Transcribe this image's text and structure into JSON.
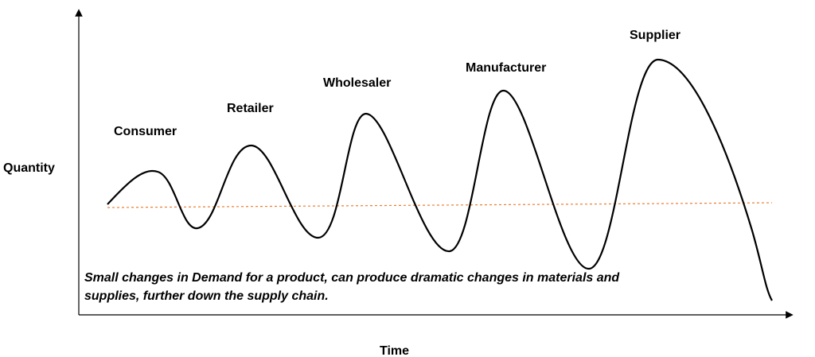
{
  "axes": {
    "y_label": "Quantity",
    "x_label": "Time"
  },
  "stages": [
    {
      "label": "Consumer"
    },
    {
      "label": "Retailer"
    },
    {
      "label": "Wholesaler"
    },
    {
      "label": "Manufacturer"
    },
    {
      "label": "Supplier"
    }
  ],
  "caption": {
    "line1": "Small changes in Demand for a product, can produce dramatic changes in materials and",
    "line2": "supplies, further down the supply chain."
  },
  "colors": {
    "curve": "#000000",
    "baseline": "#ed7d31",
    "axis": "#000000"
  }
}
